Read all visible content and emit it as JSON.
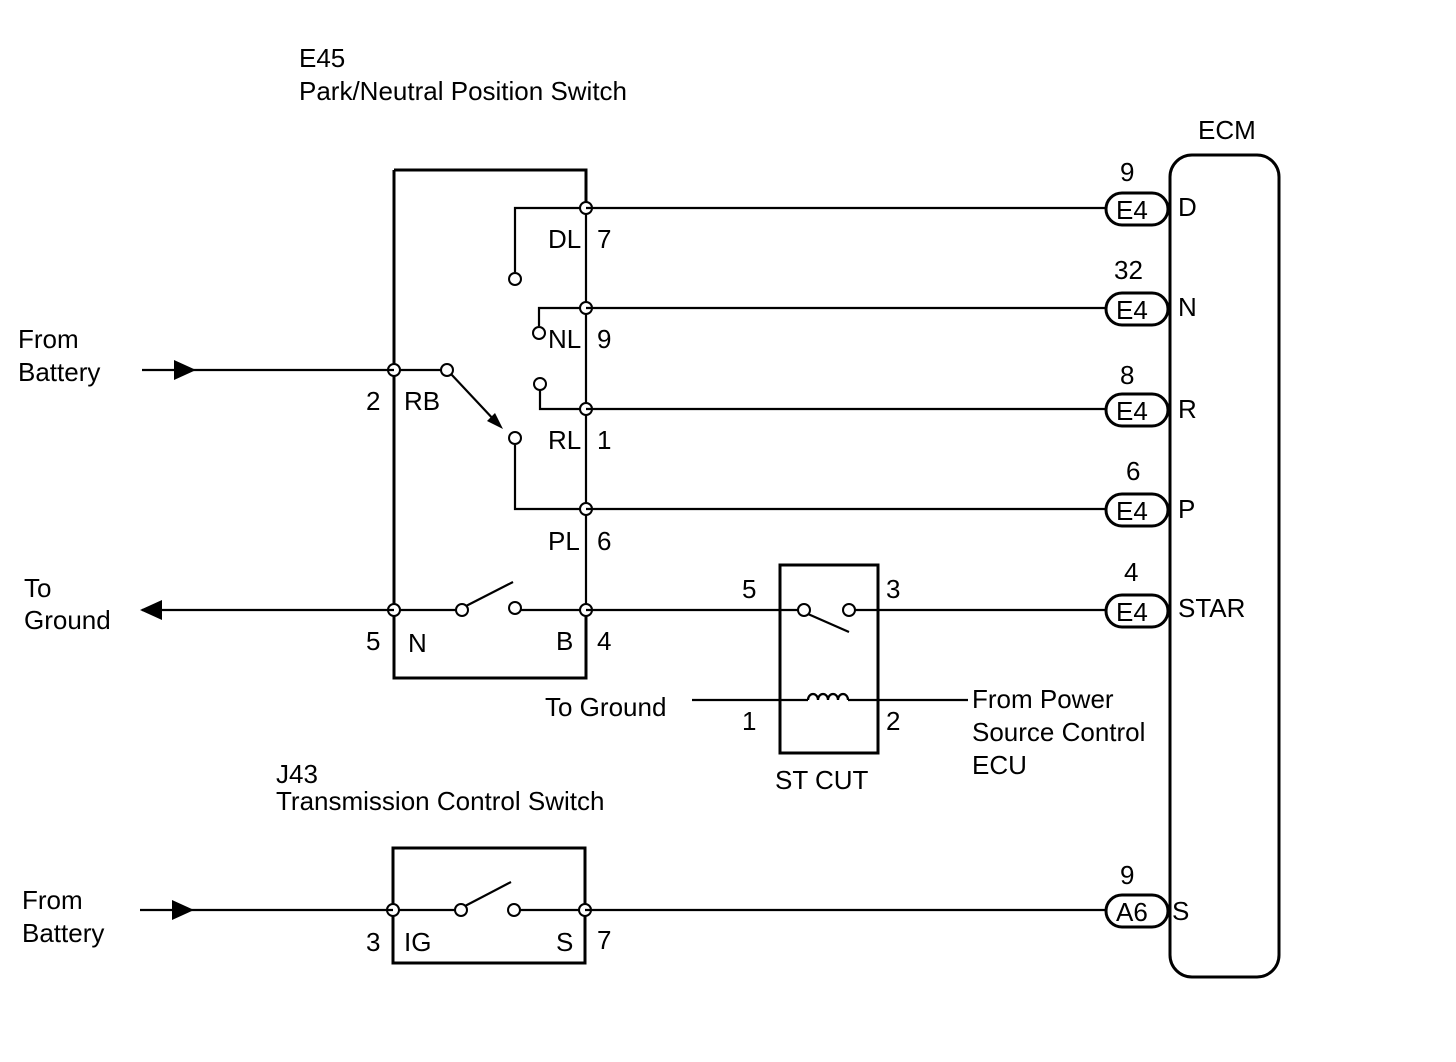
{
  "pn_switch": {
    "code": "E45",
    "name": "Park/Neutral Position Switch",
    "terminals": {
      "dl": "DL",
      "dl_pin": "7",
      "nl": "NL",
      "nl_pin": "9",
      "rb": "RB",
      "rb_pin": "2",
      "rl": "RL",
      "rl_pin": "1",
      "pl": "PL",
      "pl_pin": "6",
      "n": "N",
      "n_pin": "5",
      "b": "B",
      "b_pin": "4"
    }
  },
  "ecm": {
    "name": "ECM",
    "inputs": [
      {
        "pin": "9",
        "connector": "E4",
        "signal": "D"
      },
      {
        "pin": "32",
        "connector": "E4",
        "signal": "N"
      },
      {
        "pin": "8",
        "connector": "E4",
        "signal": "R"
      },
      {
        "pin": "6",
        "connector": "E4",
        "signal": "P"
      },
      {
        "pin": "4",
        "connector": "E4",
        "signal": "STAR"
      },
      {
        "pin": "9",
        "connector": "A6",
        "signal": "S"
      }
    ]
  },
  "relay": {
    "name": "ST CUT",
    "pins": {
      "top_left": "5",
      "top_right": "3",
      "bottom_left": "1",
      "bottom_right": "2"
    }
  },
  "tc_switch": {
    "code": "J43",
    "name": "Transmission Control Switch",
    "terminals": {
      "ig": "IG",
      "ig_pin": "3",
      "s": "S",
      "s_pin": "7"
    }
  },
  "external": {
    "from_battery_1": [
      "From",
      "Battery"
    ],
    "to_ground_1": [
      "To",
      "Ground"
    ],
    "to_ground_2": "To Ground",
    "from_power": [
      "From Power",
      "Source Control",
      "ECU"
    ],
    "from_battery_2": [
      "From",
      "Battery"
    ]
  }
}
